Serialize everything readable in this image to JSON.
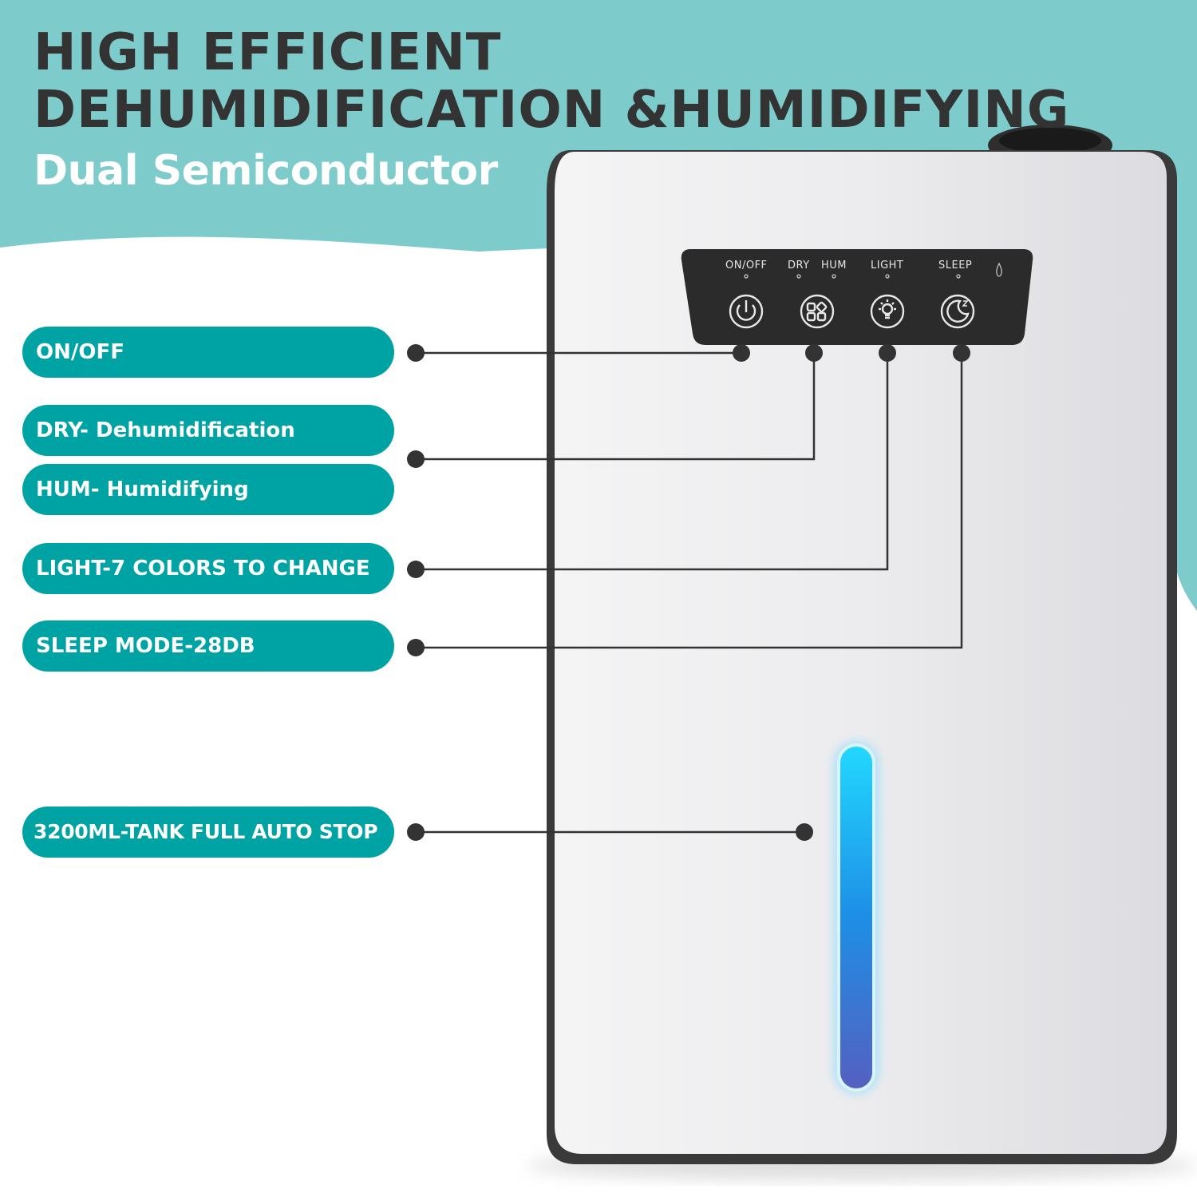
{
  "header": {
    "title": "HIGH EFFICIENT DEHUMIDIFICATION &HUMIDIFYING",
    "subtitle": "Dual Semiconductor"
  },
  "features": [
    {
      "label": "ON/OFF"
    },
    {
      "label": "DRY- Dehumidification"
    },
    {
      "label": "HUM- Humidifying"
    },
    {
      "label": "LIGHT-7 COLORS TO CHANGE"
    },
    {
      "label": "SLEEP MODE-28DB"
    },
    {
      "label": "3200ML-TANK FULL AUTO STOP"
    }
  ],
  "control_panel": {
    "labels": [
      "ON/OFF",
      "DRY",
      "HUM",
      "LIGHT",
      "SLEEP"
    ],
    "buttons": [
      "power-icon",
      "mode-icon",
      "light-bulb-icon",
      "moon-sleep-icon"
    ]
  },
  "colors": {
    "banner": "#7ecbcb",
    "pill": "#00a3a3",
    "title": "#333333",
    "device_body": "#e8e8ea",
    "device_frame": "#3a3a3a",
    "panel": "#2b2b2b",
    "water_indicator_top": "#22d8ff",
    "water_indicator_bottom": "#5560c0"
  }
}
